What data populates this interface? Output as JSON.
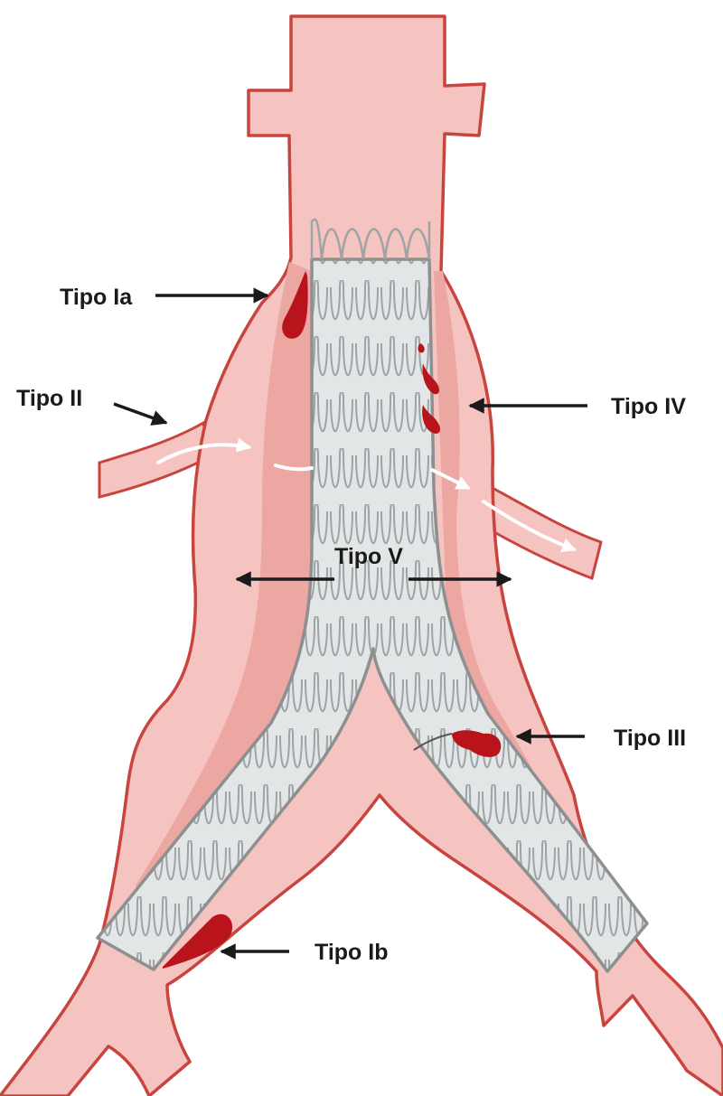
{
  "labels": {
    "type_ia": "Tipo Ia",
    "type_ii": "Tipo II",
    "type_iv": "Tipo IV",
    "type_v": "Tipo V",
    "type_iii": "Tipo III",
    "type_ib": "Tipo Ib"
  },
  "colors": {
    "vessel_outline": "#c8443f",
    "vessel_fill": "#f5c4c0",
    "sac_shadow": "#eda7a3",
    "graft_fill": "#e3e6e6",
    "graft_outline": "#8d8f90",
    "stent_wire": "#9fa3a5",
    "blood": "#b9131b",
    "arrow": "#1a1a1a",
    "flow_arrow": "#ffffff"
  }
}
